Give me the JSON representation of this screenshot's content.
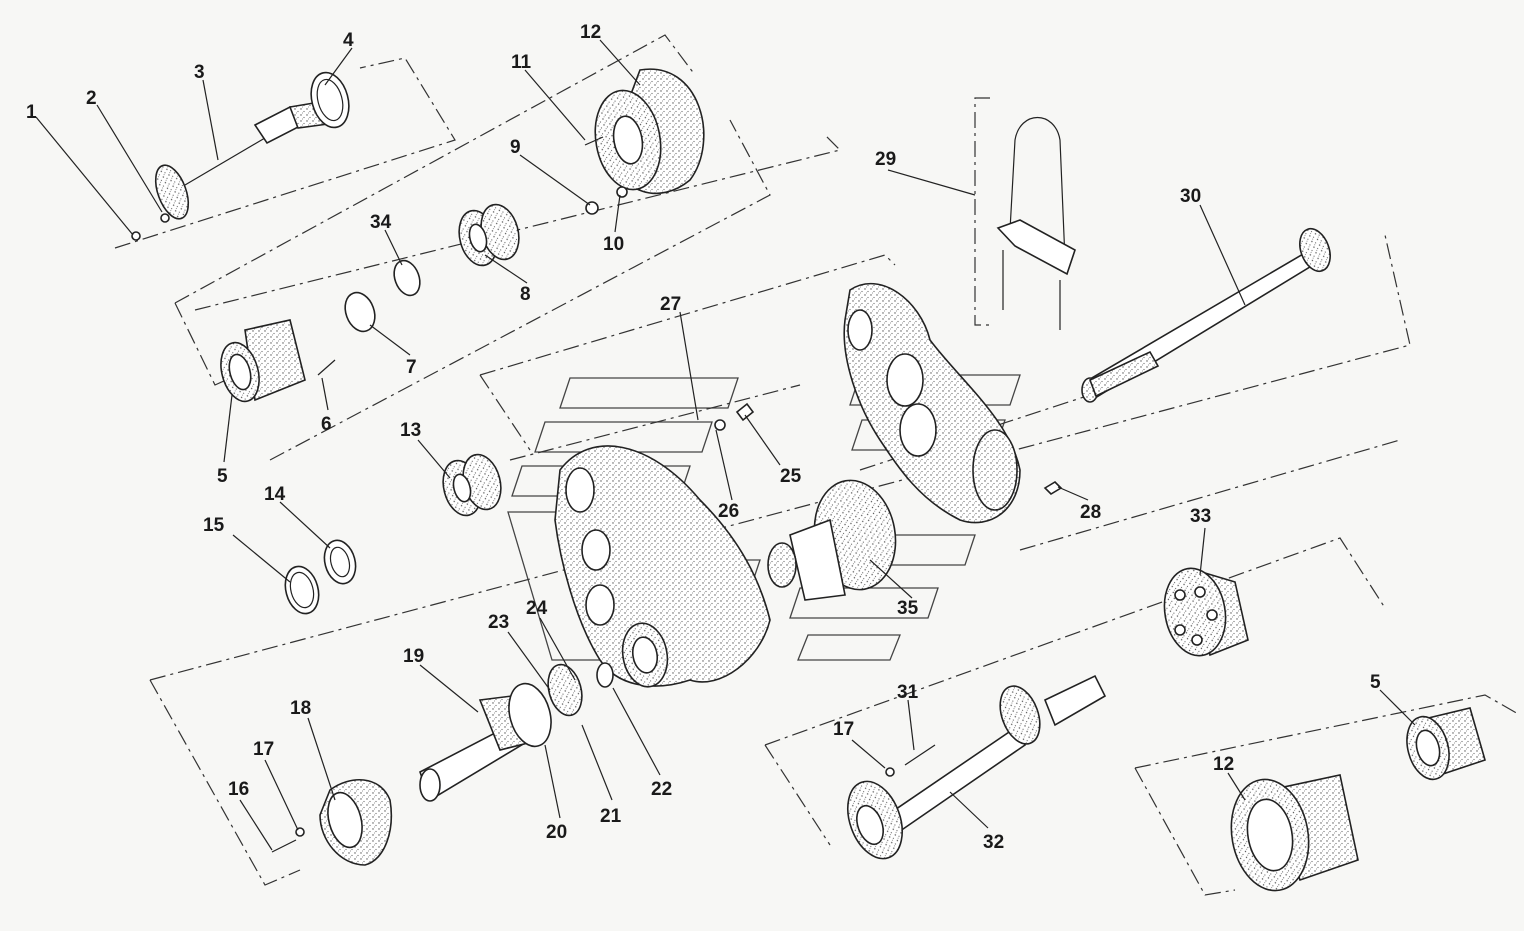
{
  "callouts": [
    {
      "id": "c1",
      "text": "1"
    },
    {
      "id": "c2",
      "text": "2"
    },
    {
      "id": "c3",
      "text": "3"
    },
    {
      "id": "c4",
      "text": "4"
    },
    {
      "id": "c5a",
      "text": "5"
    },
    {
      "id": "c5b",
      "text": "5"
    },
    {
      "id": "c6",
      "text": "6"
    },
    {
      "id": "c7",
      "text": "7"
    },
    {
      "id": "c8",
      "text": "8"
    },
    {
      "id": "c9",
      "text": "9"
    },
    {
      "id": "c10",
      "text": "10"
    },
    {
      "id": "c11",
      "text": "11"
    },
    {
      "id": "c12a",
      "text": "12"
    },
    {
      "id": "c12b",
      "text": "12"
    },
    {
      "id": "c13",
      "text": "13"
    },
    {
      "id": "c14",
      "text": "14"
    },
    {
      "id": "c15",
      "text": "15"
    },
    {
      "id": "c16",
      "text": "16"
    },
    {
      "id": "c17a",
      "text": "17"
    },
    {
      "id": "c17b",
      "text": "17"
    },
    {
      "id": "c18",
      "text": "18"
    },
    {
      "id": "c19",
      "text": "19"
    },
    {
      "id": "c20",
      "text": "20"
    },
    {
      "id": "c21",
      "text": "21"
    },
    {
      "id": "c22",
      "text": "22"
    },
    {
      "id": "c23",
      "text": "23"
    },
    {
      "id": "c24",
      "text": "24"
    },
    {
      "id": "c25",
      "text": "25"
    },
    {
      "id": "c26",
      "text": "26"
    },
    {
      "id": "c27",
      "text": "27"
    },
    {
      "id": "c28",
      "text": "28"
    },
    {
      "id": "c29",
      "text": "29"
    },
    {
      "id": "c30",
      "text": "30"
    },
    {
      "id": "c31",
      "text": "31"
    },
    {
      "id": "c32",
      "text": "32"
    },
    {
      "id": "c33",
      "text": "33"
    },
    {
      "id": "c34",
      "text": "34"
    },
    {
      "id": "c35",
      "text": "35"
    }
  ],
  "colors": {
    "ink": "#222222",
    "background": "#f7f7f5"
  }
}
